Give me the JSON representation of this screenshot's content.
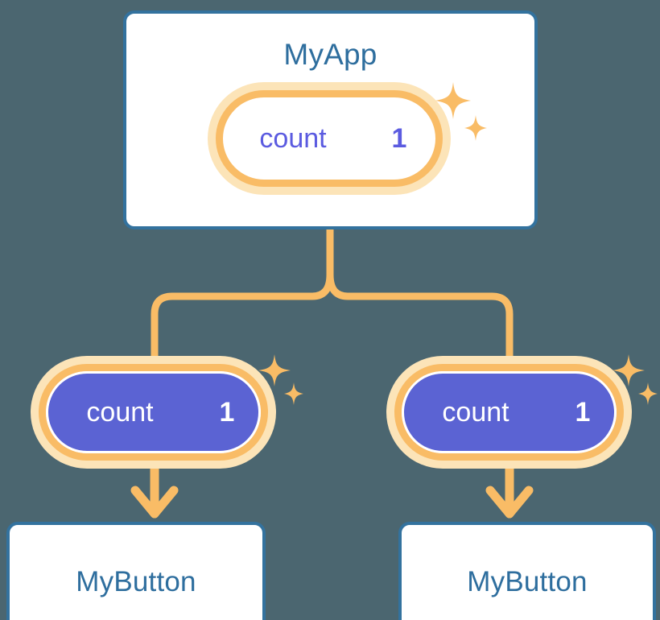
{
  "diagram": {
    "title_node": "MyApp",
    "background_color": "#4b6670",
    "accent_orange": "#f9bc66",
    "accent_orange_soft": "#fce4b8",
    "accent_blue": "#33729e",
    "accent_purple": "#5b63d3",
    "text_blue": "#2e6e9e",
    "value_purple": "#5b5be0"
  },
  "root_card": {
    "label": "MyApp",
    "state": {
      "key": "count",
      "value": "1",
      "icon": "sparkle-icon"
    }
  },
  "branches": [
    {
      "state": {
        "key": "count",
        "value": "1",
        "icon": "sparkle-icon"
      },
      "card": {
        "label": "MyButton"
      }
    },
    {
      "state": {
        "key": "count",
        "value": "1",
        "icon": "sparkle-icon"
      },
      "card": {
        "label": "MyButton"
      }
    }
  ]
}
